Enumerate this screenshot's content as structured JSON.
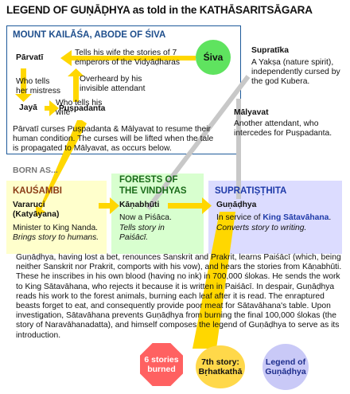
{
  "title": "LEGEND OF GUṆĀḌHYA as told in the KATHĀSARITSĀGARA",
  "kailasa": {
    "title": "MOUNT KAILĀŚA, ABODE OF ŚIVA",
    "shiva": "Śiva",
    "parvati": "Pārvatī",
    "tells_wife": "Tells his wife the stories of 7 emperors of the Vidyāḍharas",
    "overheard": "Overheard by his invisible attendant",
    "who_tells_mistress": "Who tells her mistress",
    "jaya": "Jayā",
    "who_tells_wife": "Who tells his wife",
    "puspadanta": "Puṣpadanta",
    "curse": "Pārvatī curses Puṣpadanta & Mālyavat to resume their human condition. The curses will be lifted when the tale is propagated to Mālyavat, as occurs below."
  },
  "supratika": {
    "name": "Supratīka",
    "desc": "A Yakṣa (nature spirit), independently cursed by the god Kubera."
  },
  "malyavat": {
    "name": "Mālyavat",
    "desc": "Another attendant, who intercedes for Puṣpadanta."
  },
  "born_as": "BORN AS...",
  "kausambi": {
    "header": "KAUŚAMBI",
    "name_line1": "Vararuci",
    "name_line2": "(Katyāyana)",
    "desc": "Minister to King Nanda.",
    "desc2": "Brings story to humans."
  },
  "vindhyas": {
    "header_line1": "FORESTS OF",
    "header_line2": "THE VINDHYAS",
    "name": "Kāṇabhūti",
    "desc": "Now a Piśāca.",
    "desc2_line1": "Tells story in",
    "desc2_line2": "Paiśācī."
  },
  "supratisthita": {
    "header": "SUPRATIṢṬHITA",
    "name": "Guṇāḍhya",
    "desc_prefix": "In service of ",
    "king": "King Sātavāhana",
    "desc_suffix": ".",
    "desc2": "Converts story to writing."
  },
  "story": "Guṇāḍhya, having lost a bet, renounces Sanskrit and Prakrit, learns Paiśācī (which, being neither Sanskrit nor Prakrit, comports with his vow), and hears the stories from Kāṇabhūti. These he inscribes in his own blood (having no ink) in 700,000 ślokas. He sends the work to King Sātavāhana, who rejects it because it is written in Paiśācī. In despair, Guṇāḍhya reads his work to the forest animals, burning each leaf after it is read. The enraptured beasts forget to eat, and consequently provide poor meat for Sātavāhana's table. Upon investigation, Sātavāhana prevents Guṇāḍhya from burning the final 100,000 ślokas (the story of Naravāhanadatta), and himself composes the legend of Guṇāḍhya to serve as its introduction.",
  "outcomes": {
    "burned": "6 stories burned",
    "brhat_line1": "7th story:",
    "brhat_line2": "Bṛhatkathā",
    "legend_line1": "Legend of",
    "legend_line2": "Guṇāḍhya"
  },
  "colors": {
    "frame_blue": "#1e5a9a",
    "arrow_yellow": "#ffd700",
    "connector_gray": "#c8c8c8",
    "shiva_green": "#5fe35f",
    "kausambi_bg": "#ffffcc",
    "vindhyas_bg": "#d8ffcf",
    "supratisthita_bg": "#dcdcff",
    "burned_red": "#ff6161",
    "legend_lavender": "#c9c9f7"
  }
}
